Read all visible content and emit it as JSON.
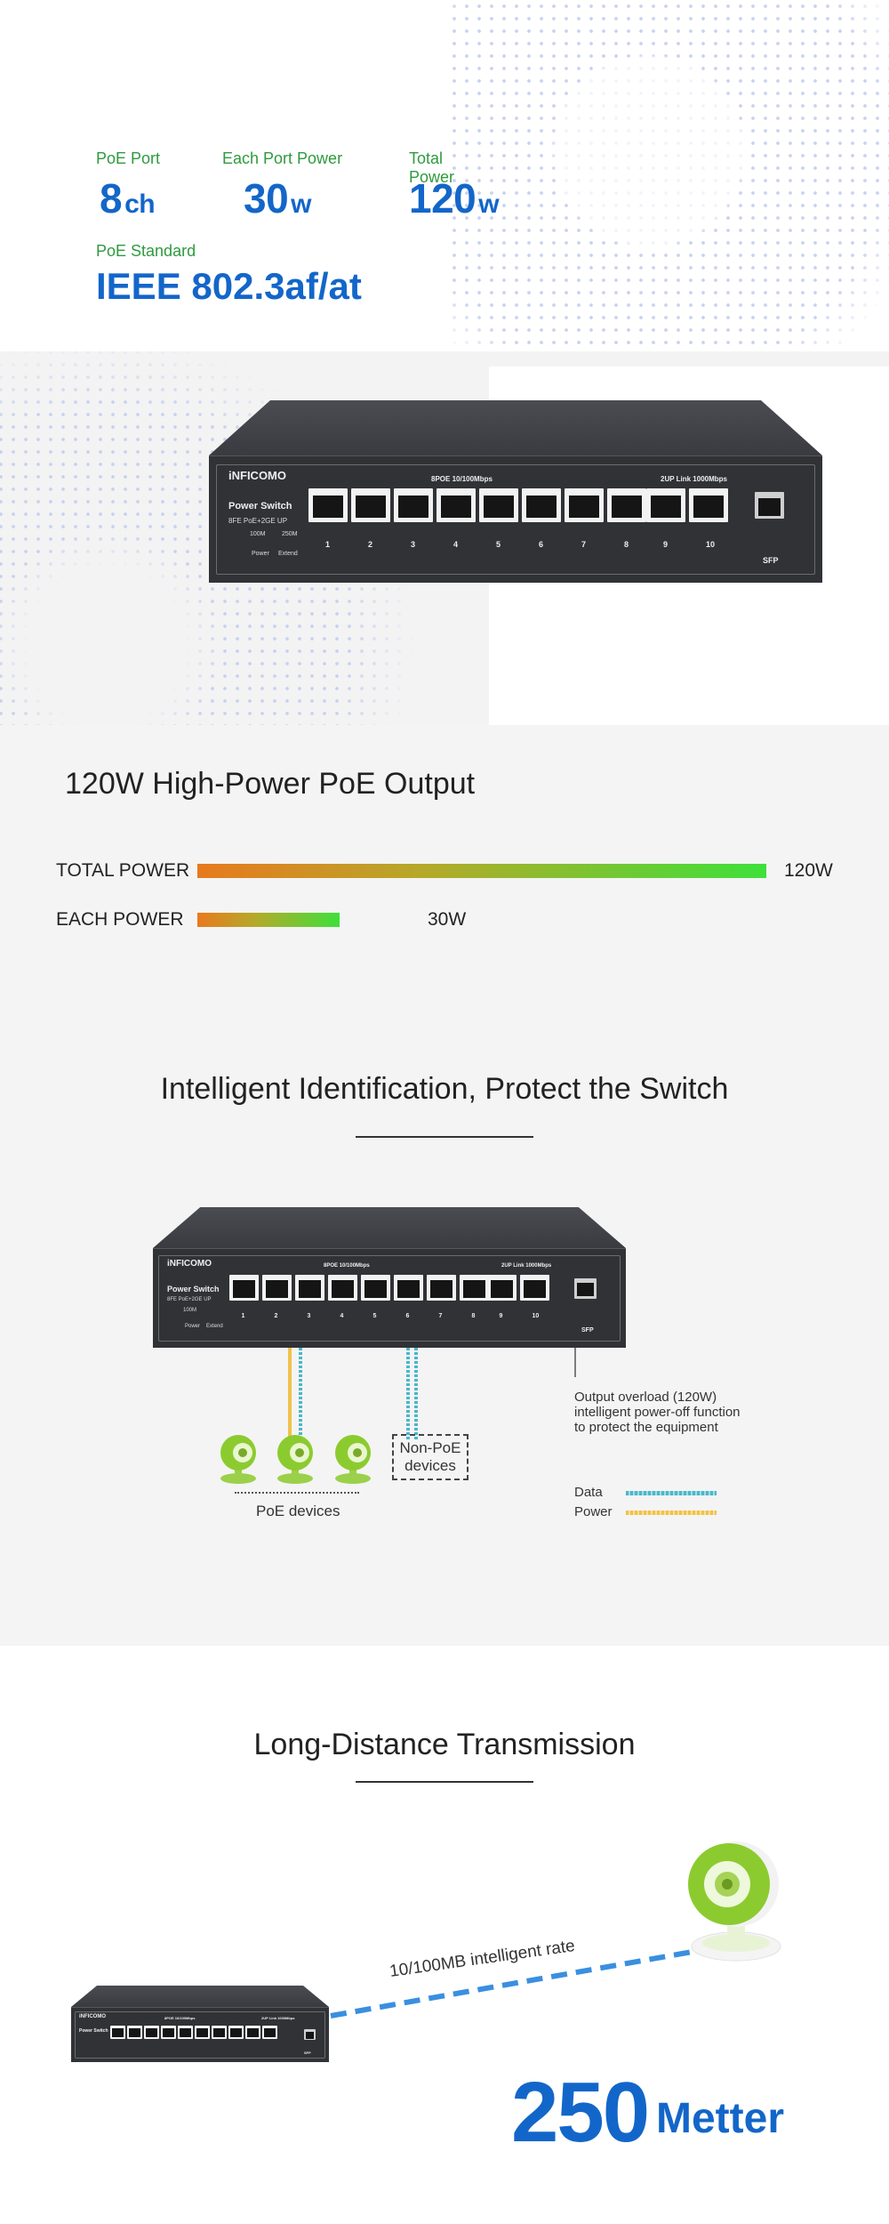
{
  "specs": {
    "poe_port_label": "PoE Port",
    "poe_port_value": "8",
    "poe_port_unit": "ch",
    "each_port_label": "Each Port Power",
    "each_port_value": "30",
    "each_port_unit": "w",
    "total_power_label": "Total Power",
    "total_power_value": "120",
    "total_power_unit": "w",
    "standard_label": "PoE Standard",
    "standard_value": "IEEE 802.3af/at"
  },
  "switch": {
    "brand": "iNFICOMO",
    "model_title": "Power Switch",
    "model_sub": "8FE PoE+2GE UP",
    "mode_100m": "100M",
    "mode_250m": "250M",
    "power_led": "Power",
    "extend_led": "Extend",
    "poe_group_label": "8POE 10/100Mbps",
    "uplink_group_label": "2UP Link 1000Mbps",
    "port_numbers": [
      "1",
      "2",
      "3",
      "4",
      "5",
      "6",
      "7",
      "8",
      "9",
      "10"
    ],
    "sfp_label": "SFP"
  },
  "power_output": {
    "heading": "120W High-Power PoE Output",
    "total_label": "TOTAL POWER",
    "total_value": "120W",
    "total_fraction": 1.0,
    "each_label": "EACH POWER",
    "each_value": "30W",
    "each_fraction": 0.25
  },
  "identification": {
    "heading": "Intelligent Identification, Protect the Switch",
    "overload_line1": "Output overload (120W)",
    "overload_line2": "intelligent power-off function",
    "overload_line3": "to protect the equipment",
    "non_poe_line1": "Non-PoE",
    "non_poe_line2": "devices",
    "poe_devices_label": "PoE devices",
    "legend_data": "Data",
    "legend_power": "Power",
    "colors": {
      "data": "#4ab7c9",
      "power": "#f0c24a"
    }
  },
  "distance": {
    "heading": "Long-Distance Transmission",
    "rate_label": "10/100MB intelligent rate",
    "distance_value": "250",
    "distance_unit": "Metter"
  },
  "colors": {
    "accent_blue": "#1366c9",
    "spec_green": "#2f9a3e"
  }
}
